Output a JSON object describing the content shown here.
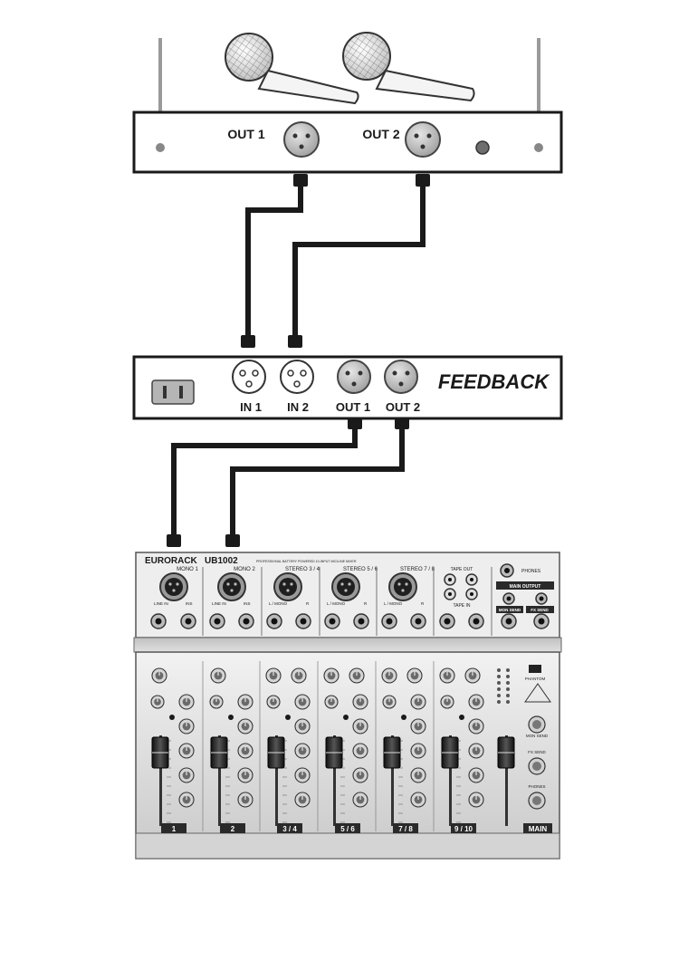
{
  "receiver": {
    "out1_label": "OUT 1",
    "out2_label": "OUT 2"
  },
  "feedback_unit": {
    "in1_label": "IN 1",
    "in2_label": "IN 2",
    "out1_label": "OUT 1",
    "out2_label": "OUT 2",
    "brand": "FEEDBACK"
  },
  "mixer": {
    "brand": "EURORACK",
    "model": "UB1002",
    "subtitle": "PROFESSIONAL BATTERY POWERED 10-INPUT MIC/LINE MIXER",
    "input_labels": [
      "MONO 1",
      "MONO 2",
      "STEREO 3 / 4",
      "STEREO 5 / 6",
      "STEREO 7 / 8"
    ],
    "channel_labels": [
      "1",
      "2",
      "3 / 4",
      "5 / 6",
      "7 / 8",
      "9 / 10"
    ],
    "main_label": "MAIN",
    "tape_out": "TAPE OUT",
    "tape_in": "TAPE IN",
    "phones": "PHONES",
    "main_output": "MAIN OUTPUT",
    "mon_send": "MON SEND",
    "fx_send": "FX SEND",
    "phantom": "PHANTOM",
    "line_in": "LINE IN",
    "insert": "INS",
    "r_label": "R",
    "lmono_label": "L / MONO"
  },
  "colors": {
    "cable": "#1a1a1a",
    "xlr_gray": "#c8c8c8",
    "panel_light": "#e6e6e6",
    "label_box": "#2a2a2a"
  }
}
